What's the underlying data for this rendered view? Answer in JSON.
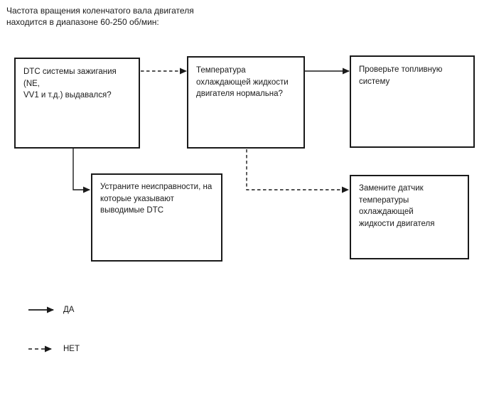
{
  "page": {
    "background_color": "#ffffff",
    "line_color": "#1a1a1a",
    "note": "Частота вращения коленчатого вала двигателя\nнаходится в диапазоне 60-250 об/мин:"
  },
  "flowchart": {
    "boxes": [
      {
        "id": "dtc-question",
        "text": "DTC системы зажигания (NE,\nVV1 и т.д.) выдавался?"
      },
      {
        "id": "coolant-temp-question",
        "text": "Температура\nохлаждающей жидкости\nдвигателя нормальна?"
      },
      {
        "id": "check-fuel-system",
        "text": "Проверьте топливную\nсистему"
      },
      {
        "id": "fix-indicated-faults",
        "text": "Устраните неисправности, на\nкоторые указывают\nвыводимые DTC"
      },
      {
        "id": "replace-coolant-sensor",
        "text": "Замените датчик\nтемпературы\nохлаждающей\nжидкости двигателя"
      }
    ],
    "connections": [
      {
        "from": "dtc-question",
        "to": "coolant-temp-question",
        "style": "dashed"
      },
      {
        "from": "coolant-temp-question",
        "to": "check-fuel-system",
        "style": "solid"
      },
      {
        "from": "dtc-question",
        "to": "fix-indicated-faults",
        "style": "solid"
      },
      {
        "from": "coolant-temp-question",
        "to": "replace-coolant-sensor",
        "style": "dashed"
      }
    ],
    "legend": [
      {
        "style": "solid",
        "label": "ДА"
      },
      {
        "style": "dashed",
        "label": "НЕТ"
      }
    ]
  }
}
